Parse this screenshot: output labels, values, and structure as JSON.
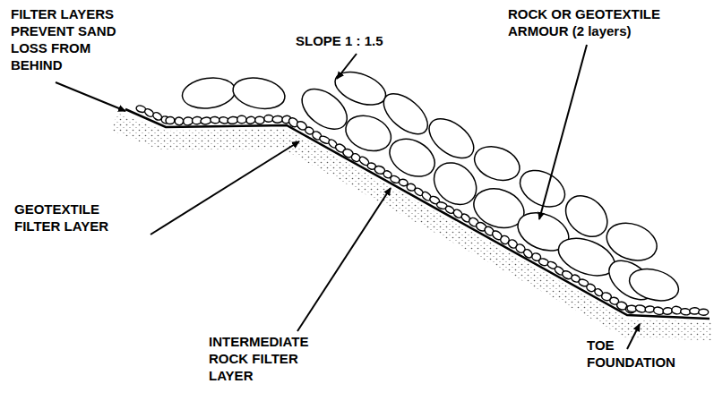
{
  "diagram": {
    "labels": [
      "FILTER LAYERS PREVENT SAND LOSS FROM BEHIND",
      "SLOPE 1 : 1.5",
      "ROCK OR GEOTEXTILE ARMOUR (2 layers)",
      "GEOTEXTILE FILTER LAYER",
      "INTERMEDIATE ROCK FILTER LAYER",
      "TOE FOUNDATION"
    ]
  }
}
